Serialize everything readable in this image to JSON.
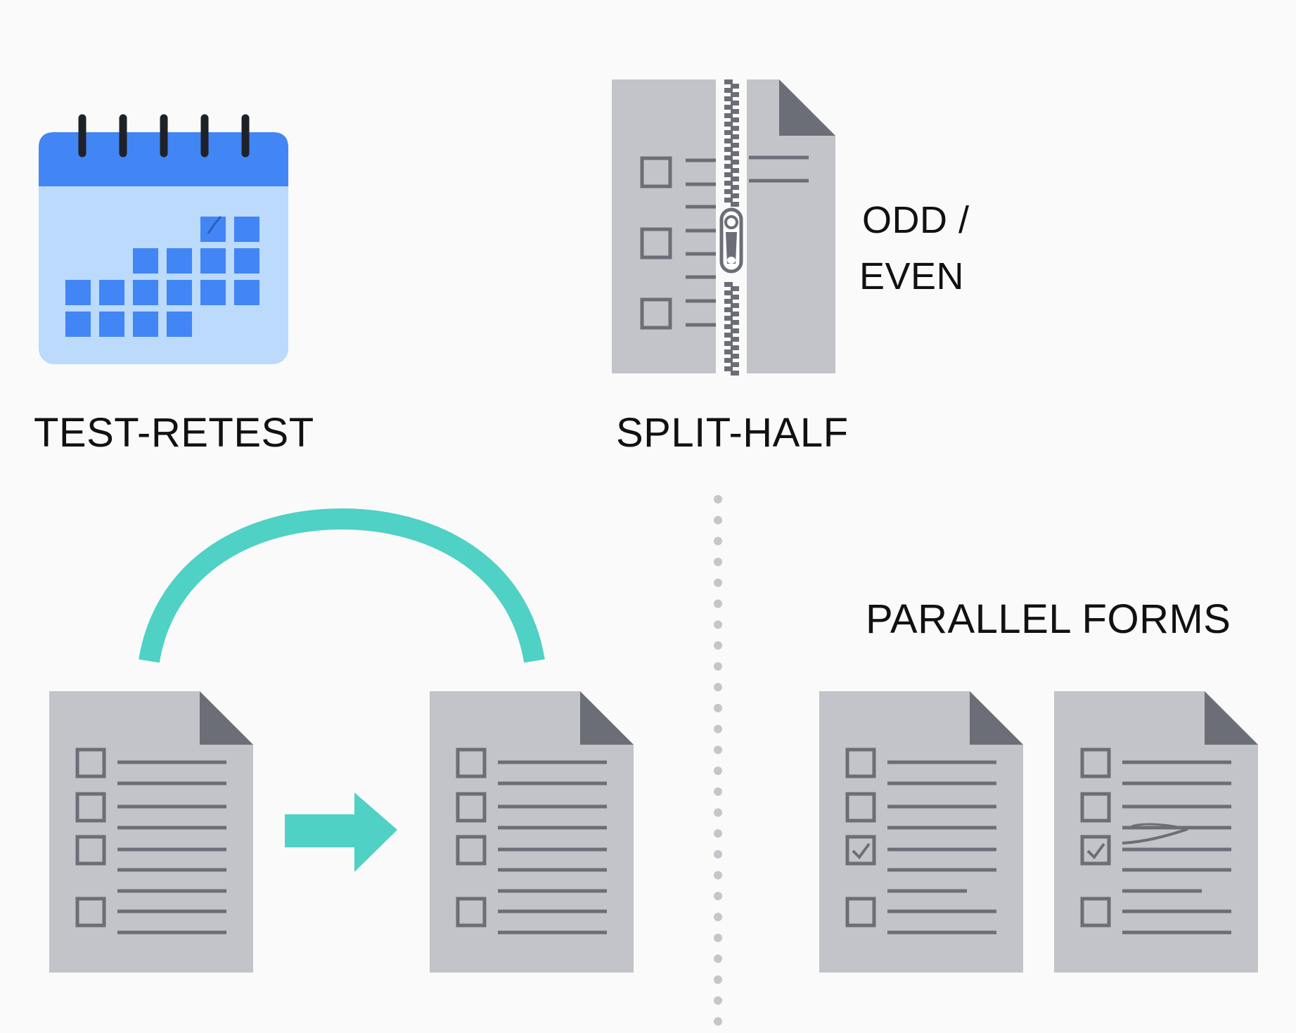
{
  "labels": {
    "test_retest": "TEST-RETEST",
    "split_half": "SPLIT-HALF",
    "odd_even_line1": "ODD /",
    "odd_even_line2": "EVEN",
    "parallel_forms": "PARALLEL FORMS"
  },
  "colors": {
    "background": "#fafafa",
    "calendar_header": "#4285f4",
    "calendar_body": "#bbdafc",
    "calendar_cells": "#4285f4",
    "calendar_rings": "#1e2228",
    "document_body": "#c3c4c9",
    "document_fold": "#6b6e76",
    "document_lines": "#6b6e76",
    "accent_teal": "#4fd1c5",
    "divider_dots": "#c4c6cc",
    "label_text": "#111111"
  },
  "icons": {
    "calendar": "calendar-icon",
    "zipper_document": "zipper-document-icon",
    "questionnaire": "questionnaire-document-icon",
    "arrow": "right-arrow-icon",
    "loop_arc": "loop-arc-icon"
  }
}
